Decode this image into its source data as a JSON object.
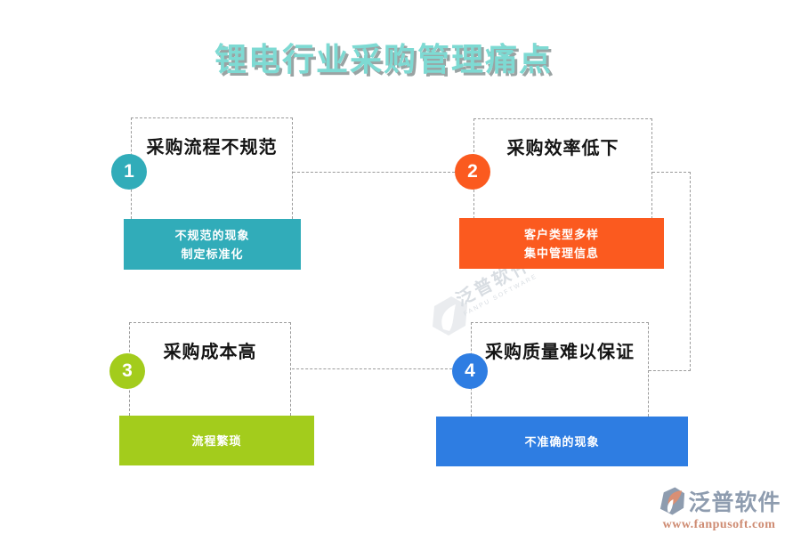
{
  "title": {
    "text": "锂电行业采购管理痛点",
    "color": "#7edad3"
  },
  "sections": [
    {
      "num": "1",
      "heading": "采购流程不规范",
      "line1": "不规范的现象",
      "line2": "制定标准化",
      "color": "#31acb9"
    },
    {
      "num": "2",
      "heading": "采购效率低下",
      "line1": "客户类型多样",
      "line2": "集中管理信息",
      "color": "#fb5a1f"
    },
    {
      "num": "3",
      "heading": "采购成本高",
      "line1": "流程繁琐",
      "color": "#a3cc1c"
    },
    {
      "num": "4",
      "heading": "采购质量难以保证",
      "line1": "不准确的现象",
      "color": "#2e7de2"
    }
  ],
  "watermark": {
    "text": "泛普软件",
    "subtext": "FANPU SOFTWARE"
  },
  "footer": {
    "brand": "泛普软件",
    "brand_color": "#8e9caf",
    "url": "www.fanpusoft.com",
    "url_color": "#ce8b72"
  },
  "colors": {
    "connector_gray": "#9b9b9b"
  }
}
